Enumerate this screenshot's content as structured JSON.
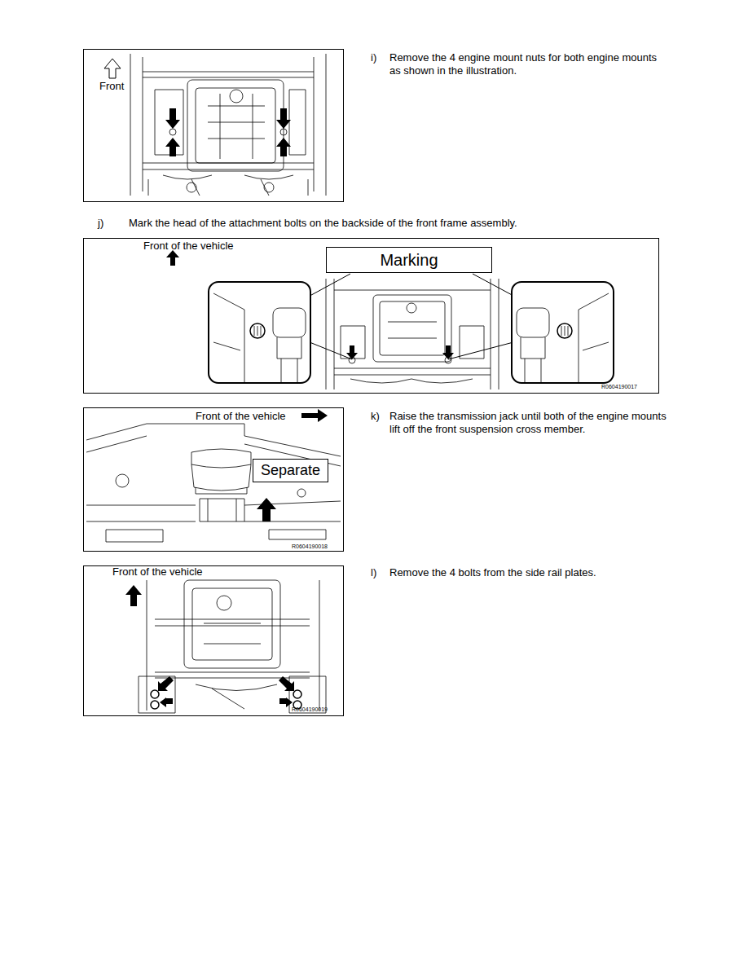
{
  "diagram": {
    "nodes": [
      {
        "text": [
          "Marking"
        ]
      },
      {
        "text": [
          "Separate"
        ]
      }
    ],
    "labels": [
      "i)",
      "Remove the 4 engine mount nuts for both engine mounts as shown in the illustration.",
      "Front",
      "j)",
      "Mark the head of the attachment bolts on the backside of the front frame assembly.",
      "Front of the vehicle",
      "R0604190017",
      "k)",
      "Raise the transmission jack until both of the engine mounts lift off the front suspension cross member.",
      "Front of the vehicle",
      "R0604190018",
      "l)",
      "Remove the 4 bolts from the side rail plates.",
      "Front of the vehicle",
      "R0604190019"
    ]
  }
}
